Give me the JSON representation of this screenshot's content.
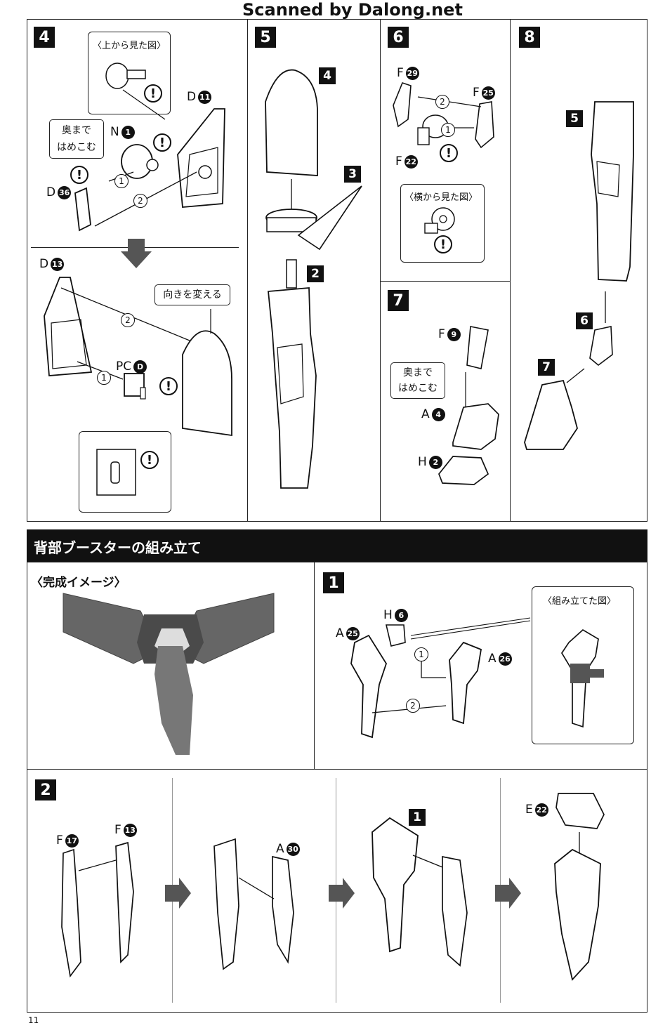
{
  "watermark": "Scanned by Dalong.net",
  "page_number": "11",
  "section_title": "背部ブースターの組み立て",
  "completed_image_label": "〈完成イメージ〉",
  "steps_top": {
    "step4": {
      "num": "4",
      "callout_title": "〈上から見た図〉",
      "note_push": "奥まで\nはめこむ",
      "note_turn": "向きを変える",
      "parts": {
        "d11": "D",
        "d11n": "11",
        "n1": "N",
        "n1n": "1",
        "d36": "D",
        "d36n": "36",
        "d13": "D",
        "d13n": "13",
        "pc": "PC",
        "pcn": "D"
      }
    },
    "step5": {
      "num": "5",
      "labels": [
        "4",
        "3",
        "2"
      ]
    },
    "step6": {
      "num": "6",
      "callout_title": "〈横から見た図〉",
      "parts": {
        "f29": "F",
        "f29n": "29",
        "f25": "F",
        "f25n": "25",
        "f22": "F",
        "f22n": "22"
      }
    },
    "step7": {
      "num": "7",
      "note_push": "奥まで\nはめこむ",
      "parts": {
        "f9": "F",
        "f9n": "9",
        "a4": "A",
        "a4n": "4",
        "h2": "H",
        "h2n": "2"
      }
    },
    "step8": {
      "num": "8",
      "labels": [
        "5",
        "6",
        "7"
      ]
    }
  },
  "step1_bottom": {
    "num": "1",
    "callout_title": "〈組み立てた図〉",
    "parts": {
      "h6": "H",
      "h6n": "6",
      "a25": "A",
      "a25n": "25",
      "a26": "A",
      "a26n": "26"
    }
  },
  "step2_bottom": {
    "num": "2",
    "parts": {
      "f17": "F",
      "f17n": "17",
      "f13": "F",
      "f13n": "13",
      "a30": "A",
      "a30n": "30",
      "e22": "E",
      "e22n": "22",
      "sub1": "1"
    }
  },
  "order_marks": [
    "1",
    "2"
  ],
  "excl_mark": "!"
}
